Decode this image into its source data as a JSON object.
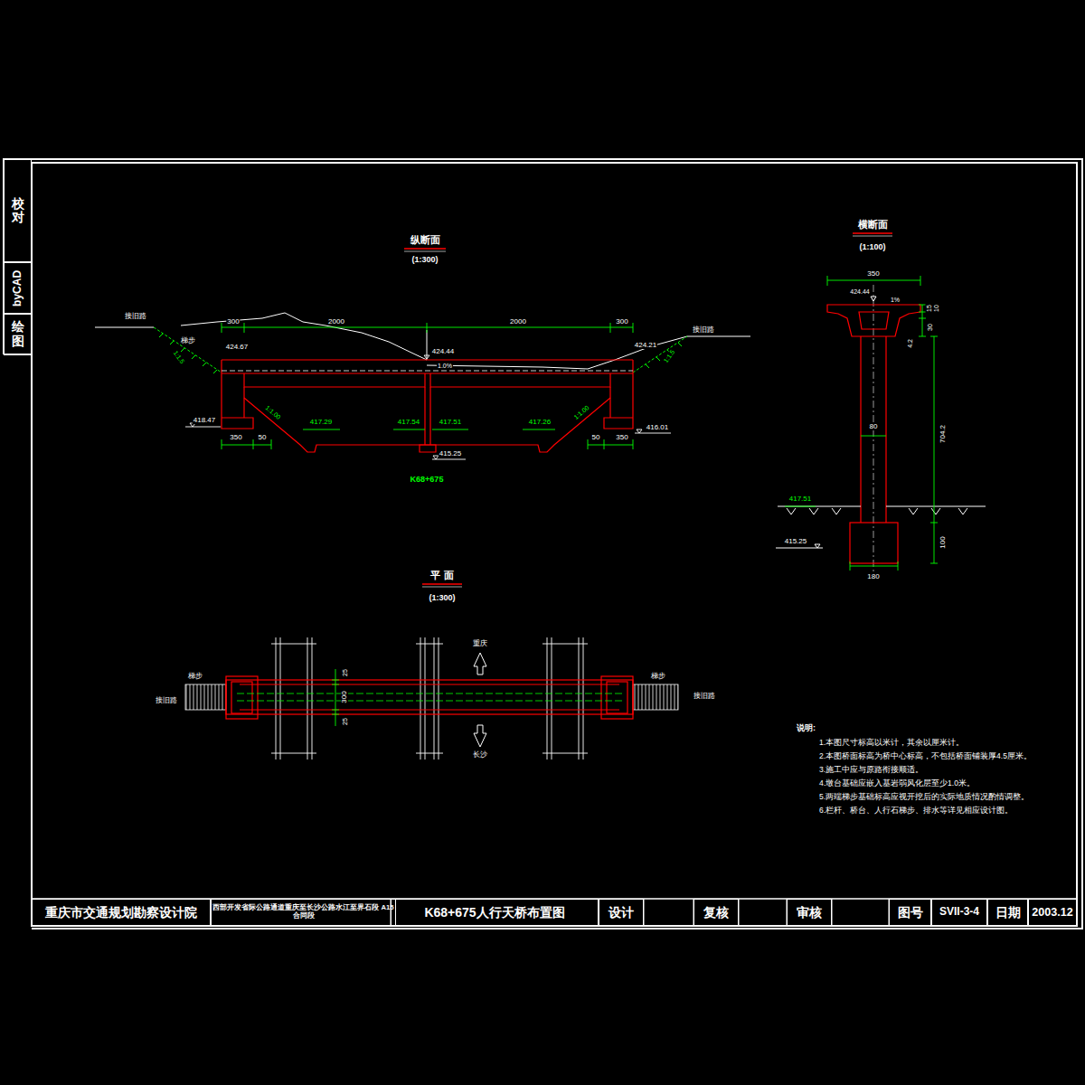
{
  "diagram": {
    "nodes": [
      {
        "text": [
          "校对"
        ]
      },
      {
        "text": [
          "byCAD"
        ]
      },
      {
        "text": [
          "绘图"
        ]
      },
      {
        "text": [
          "重庆市交通规划勘察设计院"
        ]
      },
      {
        "text": [
          "西部开发省际公路通道重庆至长沙公路水江至界石段 A15合同段"
        ]
      },
      {
        "text": [
          "K68+675人行天桥布置图"
        ]
      },
      {
        "text": [
          "设计"
        ]
      },
      {
        "text": [
          "复核"
        ]
      },
      {
        "text": [
          "审核"
        ]
      },
      {
        "text": [
          "图号"
        ]
      },
      {
        "text": [
          "SVII-3-4"
        ]
      },
      {
        "text": [
          "日期"
        ]
      },
      {
        "text": [
          "2003.12"
        ]
      }
    ],
    "labels": [
      "纵断面",
      "(1:300)",
      "接旧路",
      "梯步",
      "1:1.5",
      "300",
      "2000",
      "2000",
      "300",
      "接旧路",
      "1:1.5",
      "424.67",
      "424.44",
      "1.0%",
      "424.21",
      "418.47",
      "1:1.00",
      "417.29",
      "417.54",
      "417.51",
      "417.26",
      "1:1.00",
      "416.01",
      "350",
      "50",
      "415.25",
      "50",
      "350",
      "K68+675",
      "横断面",
      "(1:100)",
      "350",
      "424.44",
      "1%",
      "15",
      "10",
      "30",
      "4.2",
      "80",
      "704.2",
      "417.51",
      "100",
      "415.25",
      "180",
      "平 面",
      "(1:300)",
      "梯步",
      "接旧路",
      "重庆",
      "25",
      "300",
      "25",
      "梯步",
      "接旧路",
      "长沙",
      "说明:",
      "1.本图尺寸标高以米计，其余以厘米计。",
      "2.本图桥面标高为桥中心标高，不包括桥面铺装厚4.5厘米。",
      "3.施工中应与原路衔接顺适。",
      "4.墩台基础应嵌入基岩弱风化层至少1.0米。",
      "5.两端梯步基础标高应视开挖后的实际地质情况酌情调整。",
      "6.栏杆、桥台、人行石梯步、排水等详见相应设计图。"
    ]
  }
}
